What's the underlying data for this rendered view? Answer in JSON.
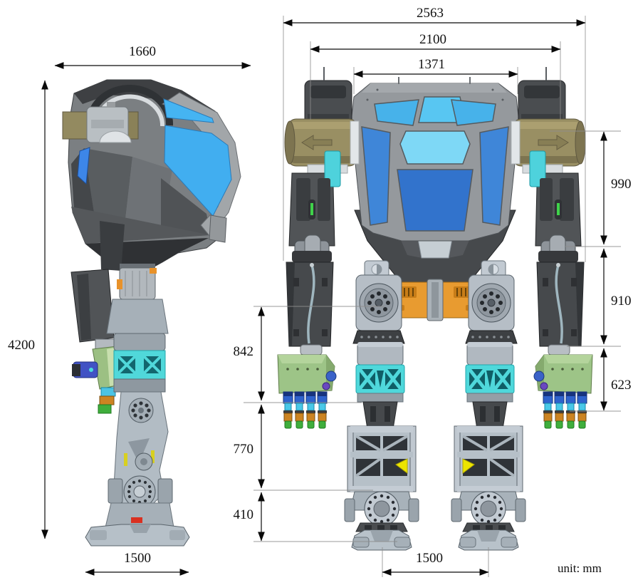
{
  "unit_label": "unit: mm",
  "dimensions": {
    "side": {
      "body_width_top": "1660",
      "overall_height": "4200",
      "foot_length": "1500"
    },
    "front": {
      "overall_width": "2563",
      "shoulder_width": "2100",
      "cockpit_width": "1371",
      "shoulder_to_elbow": "990",
      "elbow_to_wrist": "910",
      "hand_length": "623",
      "hip_to_knee": "842",
      "knee_to_ankle": "770",
      "ankle_to_ground": "410",
      "foot_spacing": "1500"
    }
  },
  "colors": {
    "glass_blue": "#3f86d8",
    "glass_light_blue": "#7ed8f6",
    "shoulder_khaki": "#998f63",
    "pelvis_orange": "#e89b30",
    "accent_cyan": "#4fd8db",
    "hand_green": "#9dc487",
    "marker_yellow": "#ece400",
    "body_dark_grey": "#46494c",
    "frame_light_grey": "#b6c0c8"
  }
}
